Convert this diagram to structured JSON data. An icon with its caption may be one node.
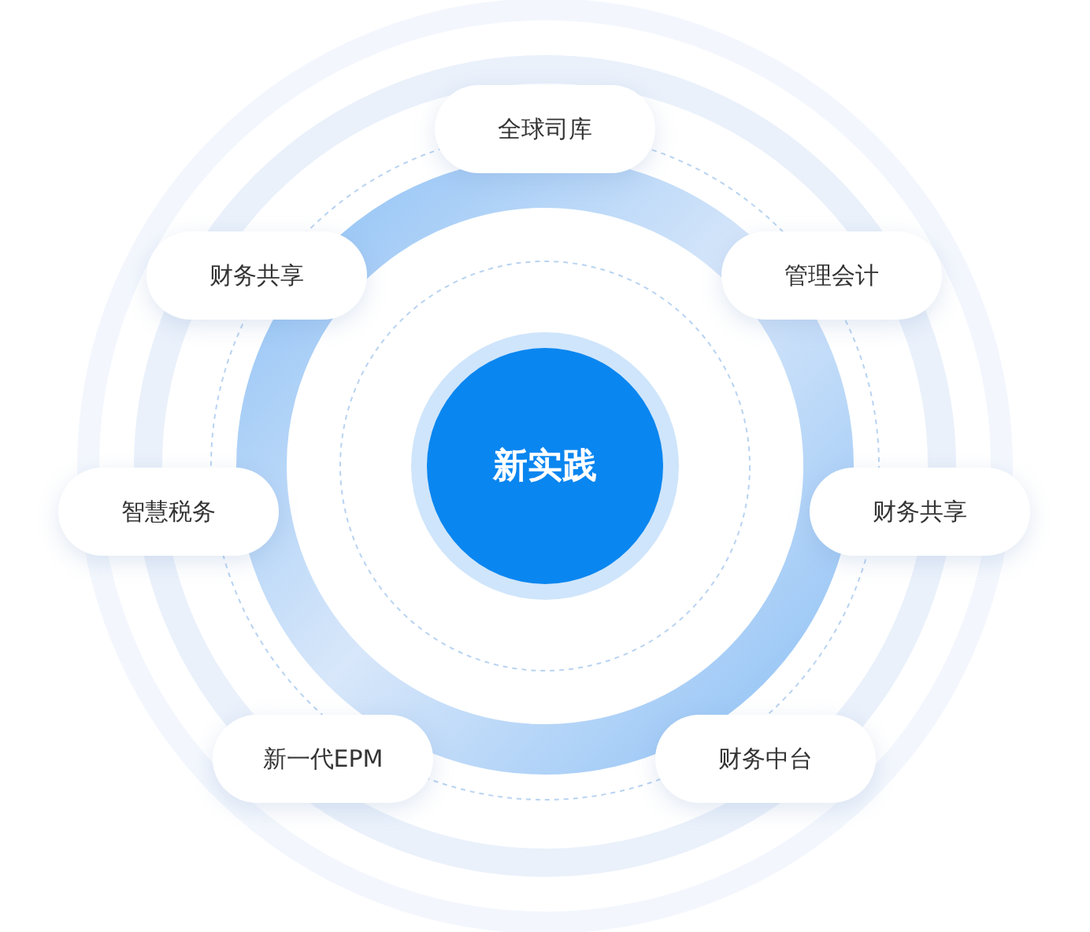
{
  "diagram": {
    "nodes": [
      {
        "text": [
          "新实践"
        ]
      },
      {
        "text": [
          "全球司库"
        ]
      },
      {
        "text": [
          "财务共享"
        ]
      },
      {
        "text": [
          "管理会计"
        ]
      },
      {
        "text": [
          "智慧税务"
        ]
      },
      {
        "text": [
          "财务共享"
        ]
      },
      {
        "text": [
          "新一代EPM"
        ]
      },
      {
        "text": [
          "财务中台"
        ]
      }
    ]
  }
}
